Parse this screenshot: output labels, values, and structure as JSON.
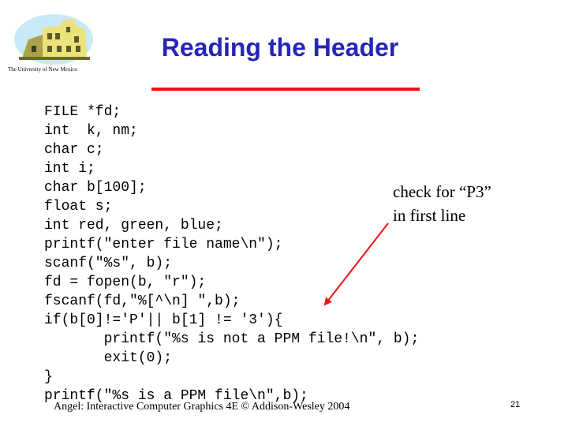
{
  "slide": {
    "title": "Reading the Header",
    "logo_caption": "The University of New Mexico",
    "code_lines": [
      "FILE *fd;",
      "int  k, nm;",
      "char c;",
      "int i;",
      "char b[100];",
      "float s;",
      "int red, green, blue;",
      "printf(\"enter file name\\n\");",
      "scanf(\"%s\", b);",
      "fd = fopen(b, \"r\");",
      "fscanf(fd,\"%[^\\n] \",b);",
      "if(b[0]!='P'|| b[1] != '3'){",
      "       printf(\"%s is not a PPM file!\\n\", b);",
      "       exit(0);",
      "}",
      "printf(\"%s is a PPM file\\n\",b);"
    ],
    "annotation": {
      "line1": "check for “P3”",
      "line2": "in first line"
    },
    "footer": "Angel: Interactive Computer Graphics 4E © Addison-Wesley 2004",
    "page_number": "21",
    "colors": {
      "title": "#2525b8",
      "rule": "#ee1111",
      "arrow": "#ee1111"
    }
  }
}
